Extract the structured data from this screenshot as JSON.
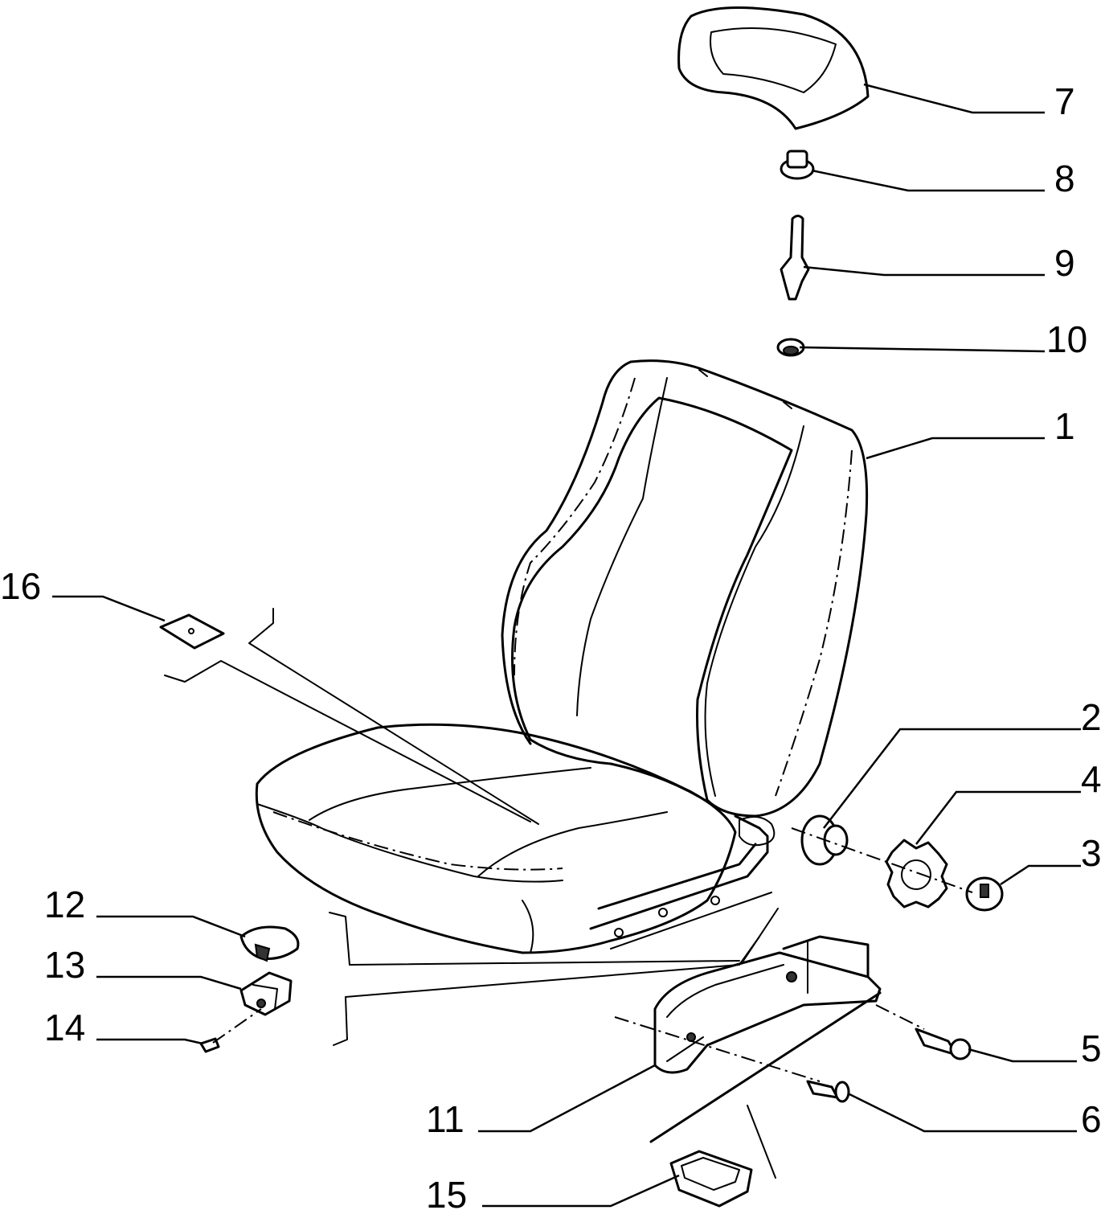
{
  "diagram": {
    "callouts": [
      {
        "id": "7",
        "label": "7"
      },
      {
        "id": "8",
        "label": "8"
      },
      {
        "id": "9",
        "label": "9"
      },
      {
        "id": "10",
        "label": "10"
      },
      {
        "id": "1",
        "label": "1"
      },
      {
        "id": "16",
        "label": "16"
      },
      {
        "id": "2",
        "label": "2"
      },
      {
        "id": "4",
        "label": "4"
      },
      {
        "id": "3",
        "label": "3"
      },
      {
        "id": "12",
        "label": "12"
      },
      {
        "id": "13",
        "label": "13"
      },
      {
        "id": "14",
        "label": "14"
      },
      {
        "id": "5",
        "label": "5"
      },
      {
        "id": "11",
        "label": "11"
      },
      {
        "id": "6",
        "label": "6"
      },
      {
        "id": "15",
        "label": "15"
      }
    ]
  }
}
